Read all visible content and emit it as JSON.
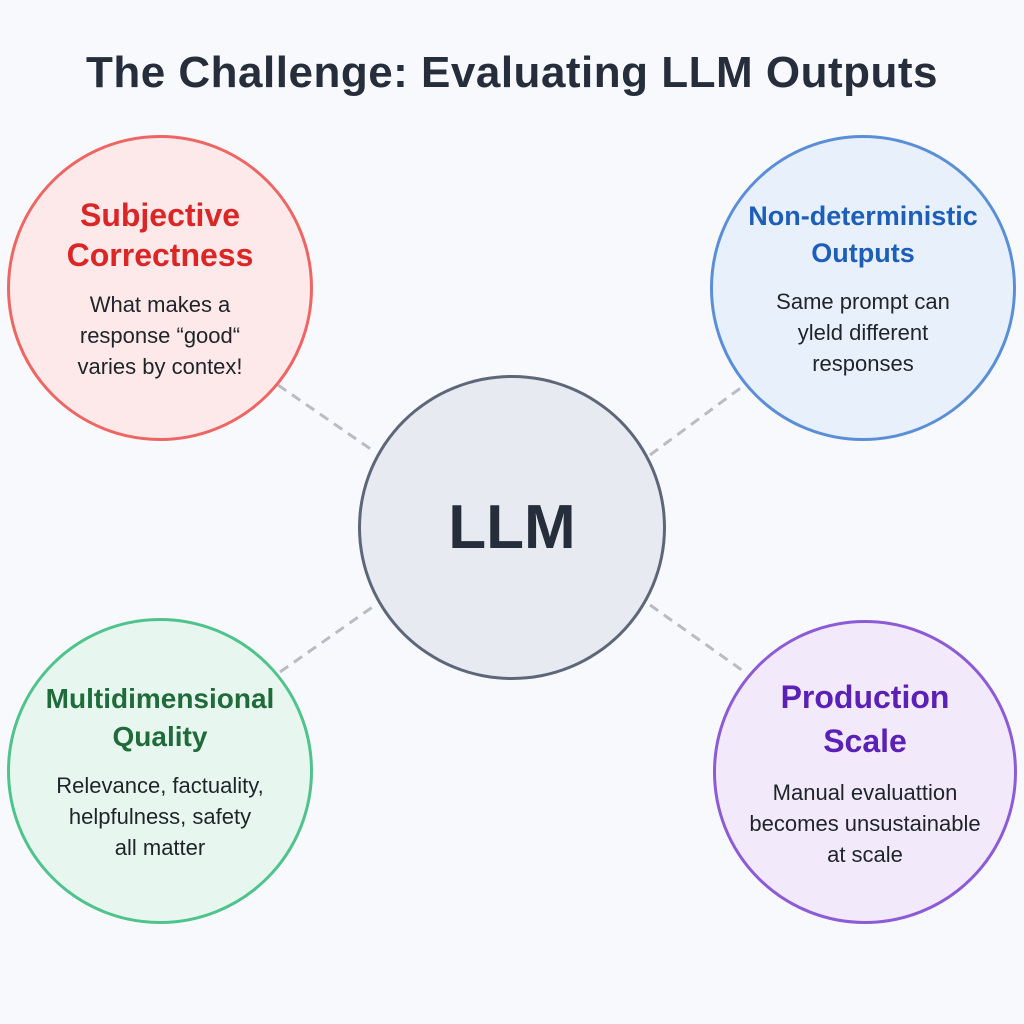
{
  "title": "The Challenge: Evaluating LLM Outputs",
  "center": {
    "label": "LLM"
  },
  "nodes": [
    {
      "title_lines": [
        "Subjective",
        "Correctness"
      ],
      "body_lines": [
        "What makes a",
        "response “good“",
        "varies by contex!"
      ],
      "color": "#dc2626"
    },
    {
      "title_lines": [
        "Non-deterministic",
        "Outputs"
      ],
      "body_lines": [
        "Same prompt can",
        "yleld different",
        "responses"
      ],
      "color": "#1d5fb8"
    },
    {
      "title_lines": [
        "Multidimensional",
        "Quality"
      ],
      "body_lines": [
        "Relevance, factuality,",
        "helpfulness, safety",
        "all matter"
      ],
      "color": "#1f6b3a"
    },
    {
      "title_lines": [
        "Production",
        "Scale"
      ],
      "body_lines": [
        "Manual evaluattion",
        "becomes unsustainable",
        "at scale"
      ],
      "color": "#5b21b6"
    }
  ]
}
